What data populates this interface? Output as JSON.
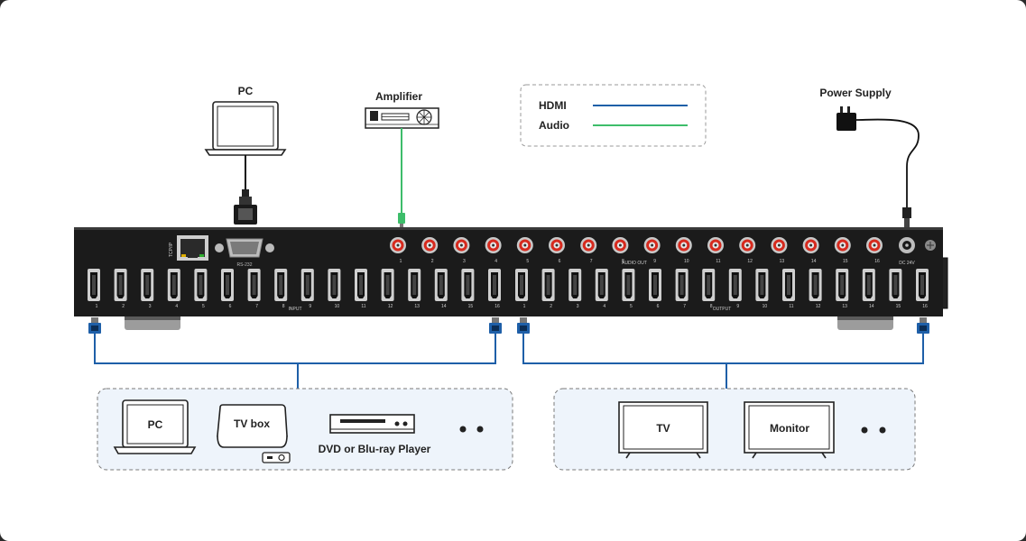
{
  "colors": {
    "hdmi_line": "#1e5fa8",
    "audio_line": "#3dbd6a",
    "panel": "#1b1b1b",
    "device_group_fill": "#eef4fb",
    "rca_ring": "#d62a1e"
  },
  "legend": {
    "hdmi_label": "HDMI",
    "audio_label": "Audio"
  },
  "top_devices": {
    "pc_label": "PC",
    "amplifier_label": "Amplifier",
    "power_supply_label": "Power Supply"
  },
  "panel": {
    "tcpip_label": "TCP/IP",
    "rs232_label": "RS-232",
    "audio_out_label": "AUDIO OUT",
    "dc_label": "DC 24V",
    "input_label": "INPUT",
    "output_label": "OUTPUT",
    "input_ports": [
      "1",
      "2",
      "3",
      "4",
      "5",
      "6",
      "7",
      "8",
      "9",
      "10",
      "11",
      "12",
      "13",
      "14",
      "15",
      "16"
    ],
    "output_ports": [
      "1",
      "2",
      "3",
      "4",
      "5",
      "6",
      "7",
      "8",
      "9",
      "10",
      "11",
      "12",
      "13",
      "14",
      "15",
      "16"
    ],
    "audio_ports": [
      "1",
      "2",
      "3",
      "4",
      "5",
      "6",
      "7",
      "8",
      "9",
      "10",
      "11",
      "12",
      "13",
      "14",
      "15",
      "16"
    ]
  },
  "source_devices": {
    "pc_label": "PC",
    "tvbox_label": "TV box",
    "dvd_label": "DVD or Blu-ray Player"
  },
  "display_devices": {
    "tv_label": "TV",
    "monitor_label": "Monitor"
  },
  "icons": [
    "laptop-icon",
    "amplifier-icon",
    "power-adapter-icon",
    "rj45-port-icon",
    "db9-connector-icon",
    "hdmi-port-icon",
    "rca-jack-icon",
    "hdmi-plug-icon",
    "tv-box-icon",
    "dvd-player-icon",
    "remote-icon",
    "tv-icon",
    "monitor-icon",
    "more-dots-icon"
  ]
}
